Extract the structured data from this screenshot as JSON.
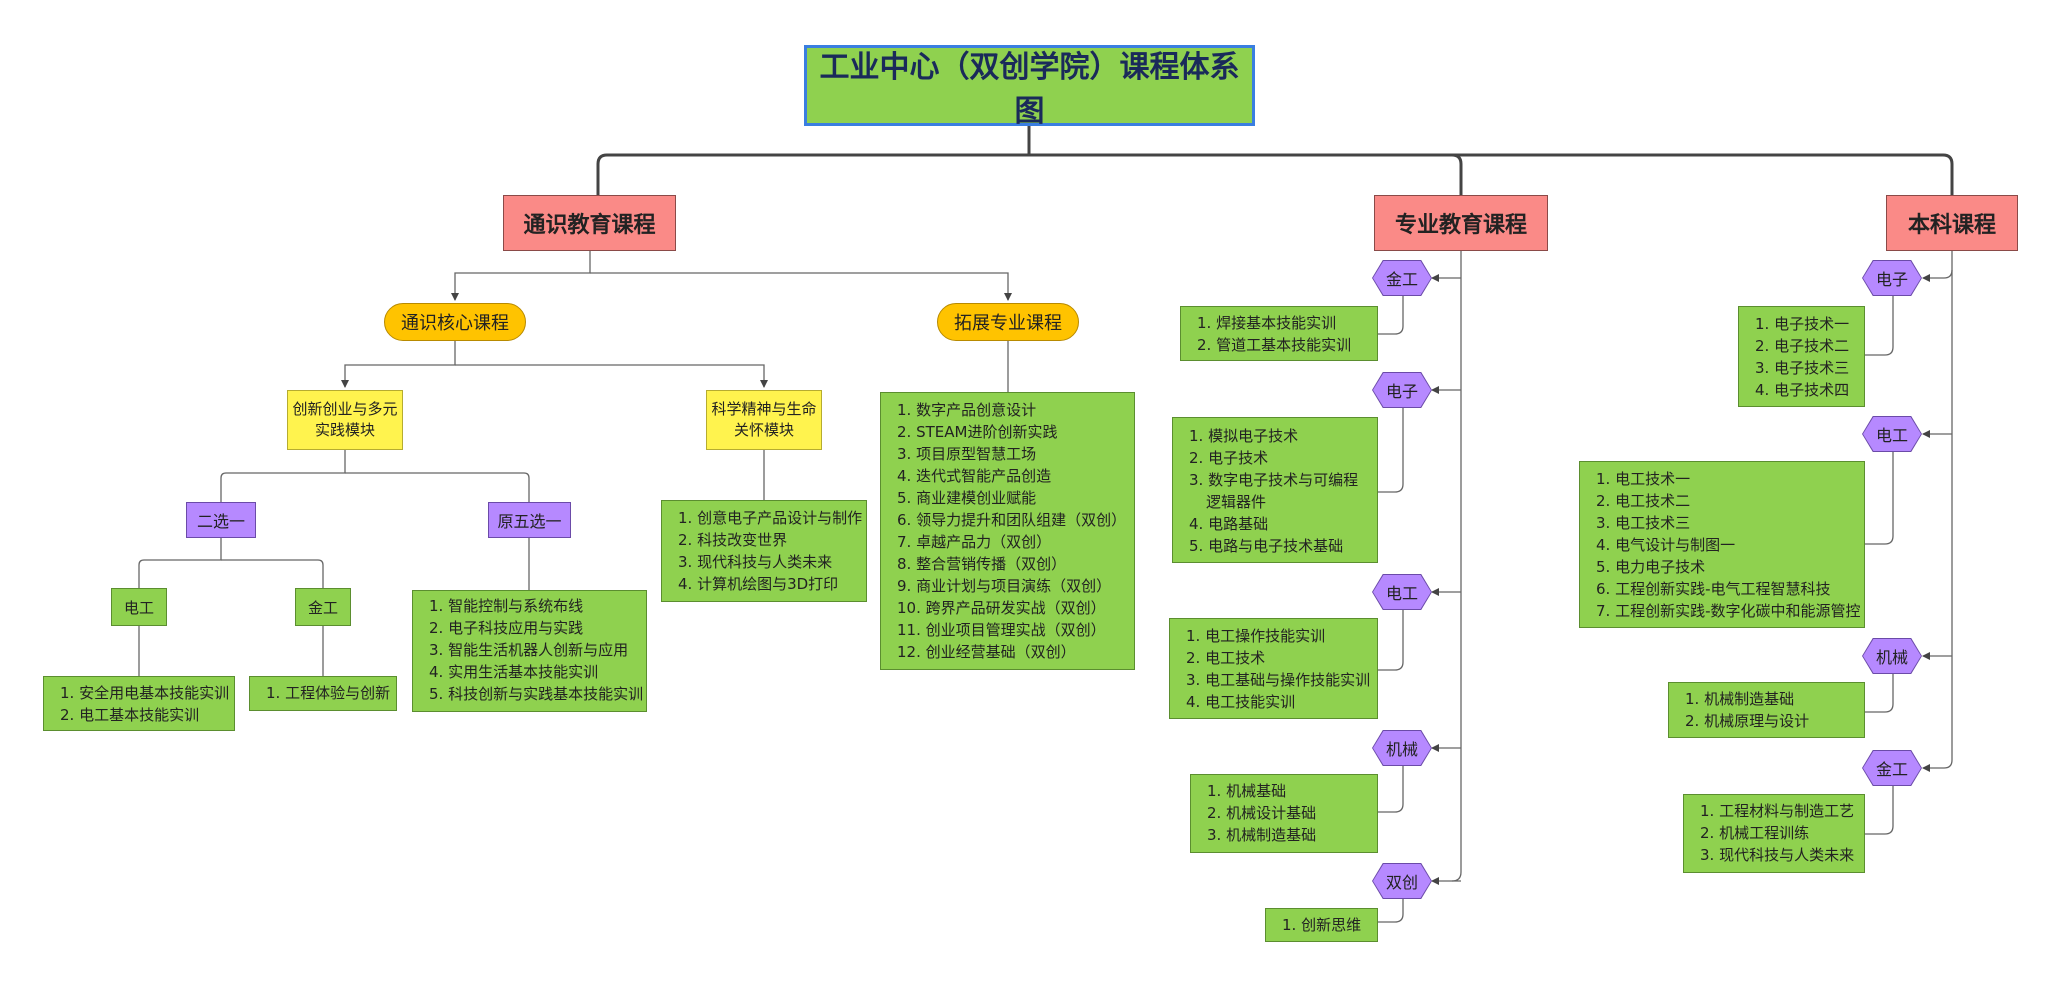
{
  "title": "工业中心（双创学院）课程体系图",
  "colors": {
    "root": "#8fd14f",
    "category": "#fa8a87",
    "core": "#ffc300",
    "module": "#fff34e",
    "choice": "#b689ff",
    "list": "#8fd14f",
    "line": "#444444"
  },
  "general": {
    "label": "通识教育课程",
    "core": {
      "label": "通识核心课程",
      "modules": [
        {
          "label": "创新创业与多元实践模块",
          "choices": [
            {
              "label": "二选一",
              "subs": [
                {
                  "label": "电工",
                  "courses": [
                    "1. 安全用电基本技能实训",
                    "2. 电工基本技能实训"
                  ]
                },
                {
                  "label": "金工",
                  "courses": [
                    "1. 工程体验与创新"
                  ]
                }
              ]
            },
            {
              "label": "原五选一",
              "courses": [
                "1. 智能控制与系统布线",
                "2. 电子科技应用与实践",
                "3. 智能生活机器人创新与应用",
                "4. 实用生活基本技能实训",
                "5. 科技创新与实践基本技能实训"
              ]
            }
          ]
        },
        {
          "label": "科学精神与生命关怀模块",
          "courses": [
            "1. 创意电子产品设计与制作",
            "2. 科技改变世界",
            "3. 现代科技与人类未来",
            "4. 计算机绘图与3D打印"
          ]
        }
      ]
    },
    "extended": {
      "label": "拓展专业课程",
      "courses": [
        "1. 数字产品创意设计",
        "2. STEAM进阶创新实践",
        "3. 项目原型智慧工场",
        "4. 迭代式智能产品创造",
        "5. 商业建模创业赋能",
        "6. 领导力提升和团队组建（双创）",
        "7. 卓越产品力（双创）",
        "8. 整合营销传播（双创）",
        "9. 商业计划与项目演练（双创）",
        "10. 跨界产品研发实战（双创）",
        "11. 创业项目管理实战（双创）",
        "12. 创业经营基础（双创）"
      ]
    }
  },
  "major": {
    "label": "专业教育课程",
    "groups": [
      {
        "label": "金工",
        "courses": [
          "1. 焊接基本技能实训",
          "2. 管道工基本技能实训"
        ]
      },
      {
        "label": "电子",
        "courses": [
          "1. 模拟电子技术",
          "2. 电子技术",
          "3. 数字电子技术与可编程逻辑器件",
          "4. 电路基础",
          "5. 电路与电子技术基础"
        ]
      },
      {
        "label": "电工",
        "courses": [
          "1. 电工操作技能实训",
          "2. 电工技术",
          "3. 电工基础与操作技能实训",
          "4. 电工技能实训"
        ]
      },
      {
        "label": "机械",
        "courses": [
          "1. 机械基础",
          "2. 机械设计基础",
          "3. 机械制造基础"
        ]
      },
      {
        "label": "双创",
        "courses": [
          "1. 创新思维"
        ]
      }
    ]
  },
  "undergrad": {
    "label": "本科课程",
    "groups": [
      {
        "label": "电子",
        "courses": [
          "1. 电子技术一",
          "2. 电子技术二",
          "3. 电子技术三",
          "4. 电子技术四"
        ]
      },
      {
        "label": "电工",
        "courses": [
          "1. 电工技术一",
          "2. 电工技术二",
          "3. 电工技术三",
          "4. 电气设计与制图一",
          "5. 电力电子技术",
          "6. 工程创新实践-电气工程智慧科技",
          "7. 工程创新实践-数字化碳中和能源管控"
        ]
      },
      {
        "label": "机械",
        "courses": [
          "1. 机械制造基础",
          "2. 机械原理与设计"
        ]
      },
      {
        "label": "金工",
        "courses": [
          "1. 工程材料与制造工艺",
          "2. 机械工程训练",
          "3. 现代科技与人类未来"
        ]
      }
    ]
  }
}
